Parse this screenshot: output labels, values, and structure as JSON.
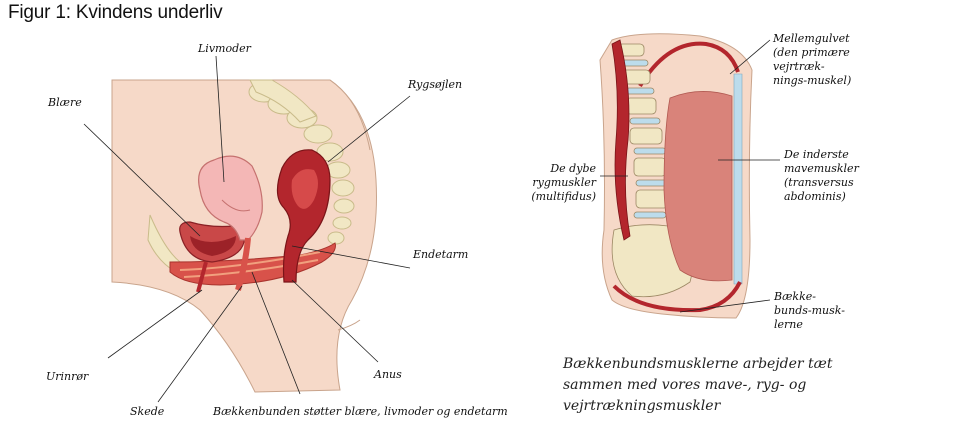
{
  "title": "Figur 1: Kvindens underliv",
  "left_labels": {
    "livmoder": "Livmoder",
    "blaere": "Blære",
    "rygsoejlen": "Rygsøjlen",
    "endetarm": "Endetarm",
    "urinroer": "Urinrør",
    "skede": "Skede",
    "baekkenbunden": "Bækkenbunden støtter blære, livmoder og endetarm",
    "anus": "Anus"
  },
  "right_labels": {
    "mellemgulvet": [
      "Mellemgulvet",
      "(den primære",
      "vejrtræk-",
      "nings-muskel)"
    ],
    "dybe": [
      "De dybe",
      "rygmuskler",
      "(multifidus)"
    ],
    "inderste": [
      "De inderste",
      "mavemuskler",
      "(transversus",
      "abdominis)"
    ],
    "baekken": [
      "Bække-",
      "bunds-musk-",
      "lerne"
    ]
  },
  "caption": [
    "Bækkenbundsmusklerne arbejder tæt",
    "sammen med vores mave-, ryg- og",
    "vejrtrækningsmuskler"
  ],
  "colors": {
    "skin": "#f6d9c8",
    "bone": "#f1e7c4",
    "muscle": "#d8524a",
    "dark_red": "#b3262d",
    "pink": "#f4b7b6",
    "abdominal": "#d9837a",
    "cartilage": "#bcdcec"
  }
}
